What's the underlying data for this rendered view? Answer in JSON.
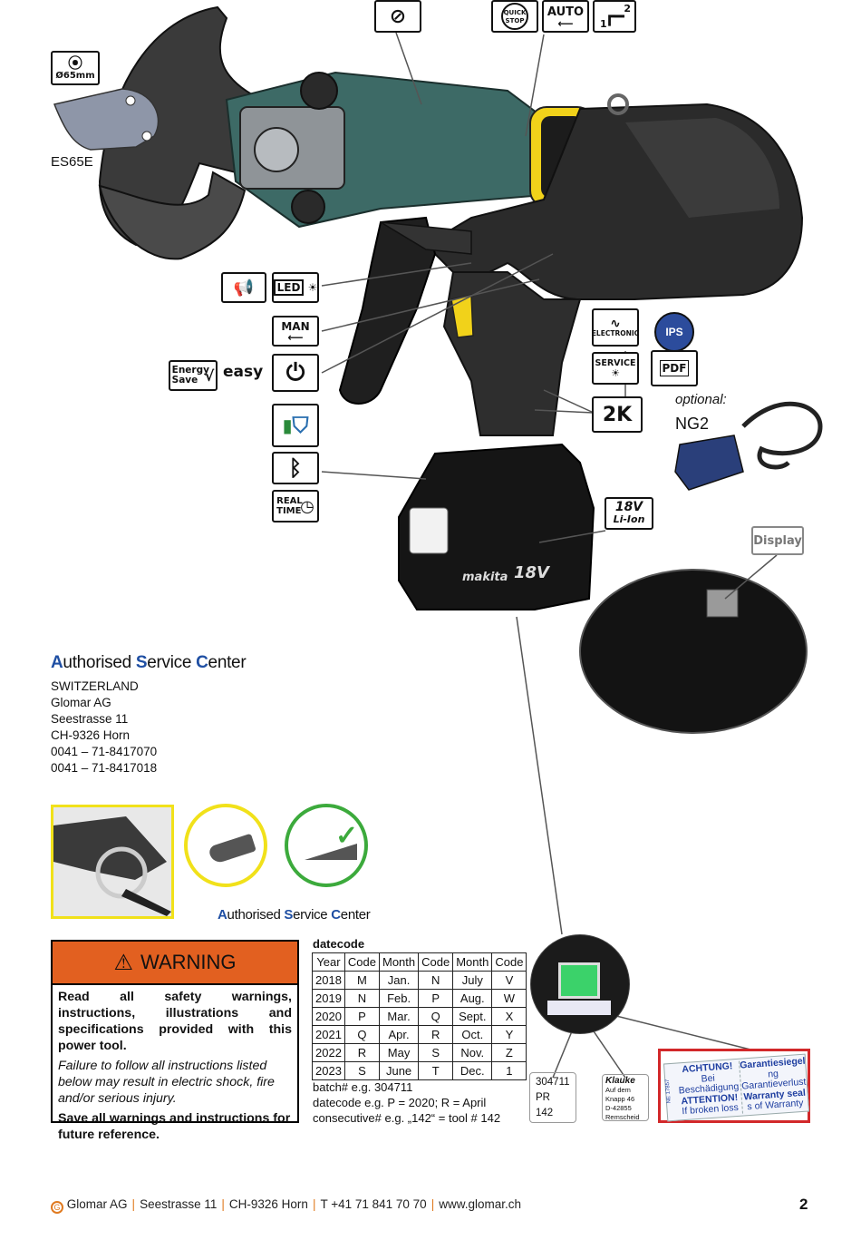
{
  "icons": {
    "blade_size": "Ø65mm",
    "quick_stop": "QUICK STOP",
    "auto": "AUTO",
    "step_upper": "2",
    "step_lower": "1",
    "led": "LED",
    "man": "MAN",
    "energy_save": "Energy Save",
    "easy": "easy",
    "electronic": "ELECTRONIC",
    "ips": "IPS",
    "service": "SERVICE",
    "pdf": "PDF",
    "two_k": "2K",
    "real_time": "REAL TIME",
    "battery_voltage": "18V",
    "battery_type": "Li-Ion",
    "display": "Display"
  },
  "blade_model": "ES65E",
  "optional": {
    "label": "optional:",
    "model": "NG2"
  },
  "battery_brand": "makita",
  "service_center": {
    "title_parts": [
      [
        "A",
        "uthorised "
      ],
      [
        "S",
        "ervice "
      ],
      [
        "C",
        "enter"
      ]
    ],
    "country": "SWITZERLAND",
    "company": "Glomar AG",
    "street": "Seestrasse 11",
    "city": "CH-9326 Horn",
    "phone1": "0041 – 71-8417070",
    "phone2": "0041 – 71-8417018"
  },
  "service_center_caption": "Authorised Service Center",
  "warning": {
    "title": "WARNING",
    "bold1": "Read all safety warnings, instructions, illustrations and specifications provided with this power tool.",
    "italic": "Failure to follow all instructions listed below may result in electric shock, fire and/or serious injury.",
    "bold2": "Save all warnings and instructions for future reference."
  },
  "datecode": {
    "title": "datecode",
    "headers": [
      "Year",
      "Code",
      "Month",
      "Code",
      "Month",
      "Code"
    ],
    "rows": [
      [
        "2018",
        "M",
        "Jan.",
        "N",
        "July",
        "V"
      ],
      [
        "2019",
        "N",
        "Feb.",
        "P",
        "Aug.",
        "W"
      ],
      [
        "2020",
        "P",
        "Mar.",
        "Q",
        "Sept.",
        "X"
      ],
      [
        "2021",
        "Q",
        "Apr.",
        "R",
        "Oct.",
        "Y"
      ],
      [
        "2022",
        "R",
        "May",
        "S",
        "Nov.",
        "Z"
      ],
      [
        "2023",
        "S",
        "June",
        "T",
        "Dec.",
        "1"
      ]
    ],
    "notes": [
      "batch# e.g. 304711",
      "datecode e.g. P = 2020; R = April",
      "consecutive# e.g. „142“ = tool # 142"
    ]
  },
  "label_tag": {
    "line1": "304711",
    "line2": "PR",
    "line3": "142"
  },
  "klauke_tag": {
    "brand": "Klauke",
    "address": "Auf dem Knapp 46",
    "zip": "D-42855",
    "city": "Remscheid"
  },
  "seal": {
    "left_title": "ACHTUNG!",
    "left_line": "Bei Beschädigung",
    "left_title2": "ATTENTION!",
    "left_line2": "If broken loss",
    "right_title": "Garantiesiegel",
    "right_line": "ng Garantieverlust",
    "right_title2": "Warranty seal",
    "right_line2": "s of Warranty",
    "side": "NE 17857"
  },
  "footer": {
    "company": "Glomar AG",
    "street": "Seestrasse 11",
    "city": "CH-9326 Horn",
    "phone": "T +41 71 841 70 70",
    "web": "www.glomar.ch",
    "page": "2"
  }
}
